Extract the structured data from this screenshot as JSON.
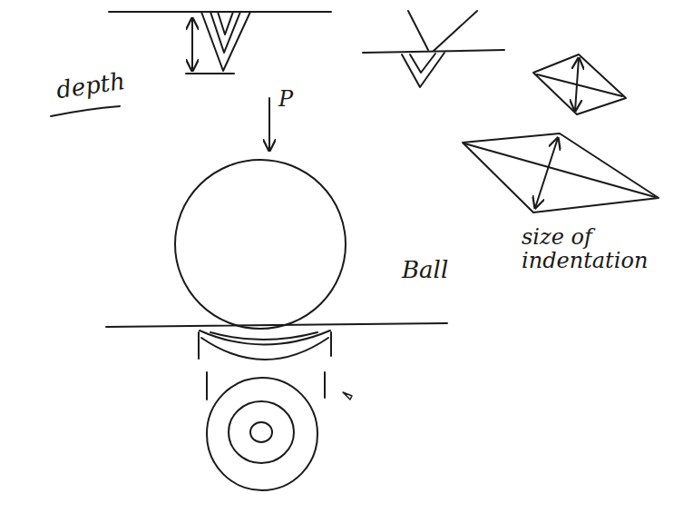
{
  "diagram": {
    "labels": [
      "depth",
      "P",
      "Ball",
      "size of indentation"
    ]
  }
}
